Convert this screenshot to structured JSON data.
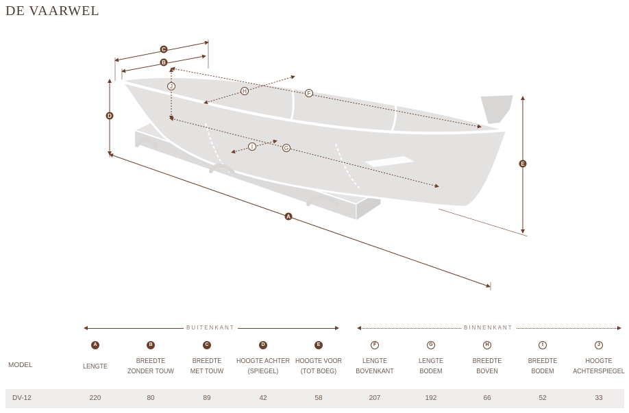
{
  "title": "DE VAARWEL",
  "sections": {
    "outside": "BUITENKANT",
    "inside": "BINNENKANT"
  },
  "model_header": "MODEL",
  "columns": [
    {
      "key": "A",
      "line1": "LENGTE",
      "line2": "",
      "style": "solid"
    },
    {
      "key": "B",
      "line1": "BREEDTE",
      "line2": "ZONDER TOUW",
      "style": "solid"
    },
    {
      "key": "C",
      "line1": "BREEDTE",
      "line2": "MET TOUW",
      "style": "solid"
    },
    {
      "key": "D",
      "line1": "HOOGTE ACHTER",
      "line2": "(SPIEGEL)",
      "style": "solid"
    },
    {
      "key": "E",
      "line1": "HOOGTE VOOR",
      "line2": "(TOT BOEG)",
      "style": "solid"
    },
    {
      "key": "F",
      "line1": "LENGTE",
      "line2": "BOVENKANT",
      "style": "open"
    },
    {
      "key": "G",
      "line1": "LENGTE",
      "line2": "BODEM",
      "style": "open"
    },
    {
      "key": "H",
      "line1": "BREEDTE",
      "line2": "BOVEN",
      "style": "open"
    },
    {
      "key": "I",
      "line1": "BREEDTE",
      "line2": "BODEM",
      "style": "open"
    },
    {
      "key": "J",
      "line1": "HOOGTE",
      "line2": "ACHTERSPIEGEL",
      "style": "open"
    }
  ],
  "rows": [
    {
      "model": "DV-12",
      "values": [
        "220",
        "80",
        "89",
        "42",
        "58",
        "207",
        "192",
        "66",
        "52",
        "33"
      ]
    }
  ],
  "colors": {
    "accent": "#6b3f2a",
    "text": "#6b5a4e",
    "boat_fill": "#e4e2e1",
    "boat_outline": "#ffffff",
    "row_bg": "#f0eeed"
  },
  "icons": {
    "marker_solid": "filled-circle-letter",
    "marker_open": "outlined-circle-letter"
  }
}
